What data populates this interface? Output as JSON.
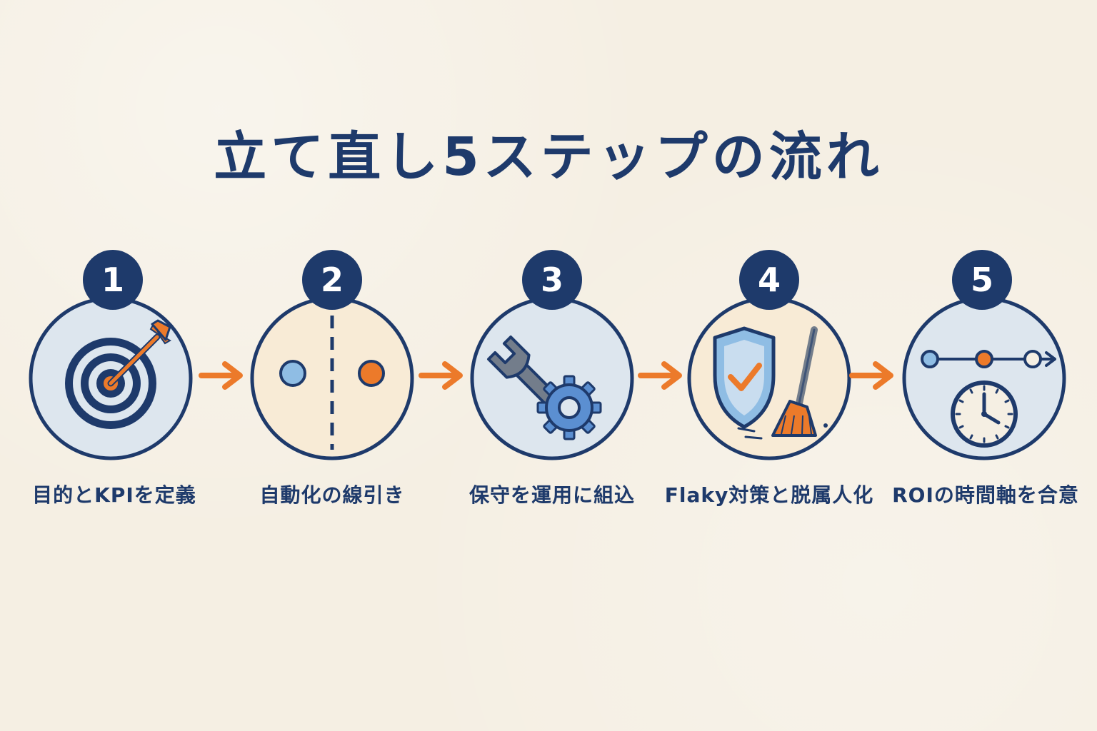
{
  "title": "立て直し5ステップの流れ",
  "colors": {
    "navy": "#1e3a6b",
    "orange": "#ec7a2a",
    "blue_fill": "#dde6ee",
    "peach_fill": "#f8ebd6",
    "light_blue": "#8fbde4",
    "gear_blue": "#5b8fd1",
    "wrench_gray": "#737d8b",
    "background": "#f5efe3"
  },
  "steps": [
    {
      "number": "1",
      "label": "目的とKPIを定義",
      "icon": "target-arrow-icon",
      "fill": "blue_fill"
    },
    {
      "number": "2",
      "label": "自動化の線引き",
      "icon": "split-line-icon",
      "fill": "peach_fill"
    },
    {
      "number": "3",
      "label": "保守を運用に組込",
      "icon": "wrench-gear-icon",
      "fill": "blue_fill"
    },
    {
      "number": "4",
      "label": "Flaky対策と脱属人化",
      "icon": "shield-broom-icon",
      "fill": "peach_fill"
    },
    {
      "number": "5",
      "label": "ROIの時間軸を合意",
      "icon": "timeline-clock-icon",
      "fill": "blue_fill"
    }
  ],
  "connector_icon": "arrow-right-icon"
}
